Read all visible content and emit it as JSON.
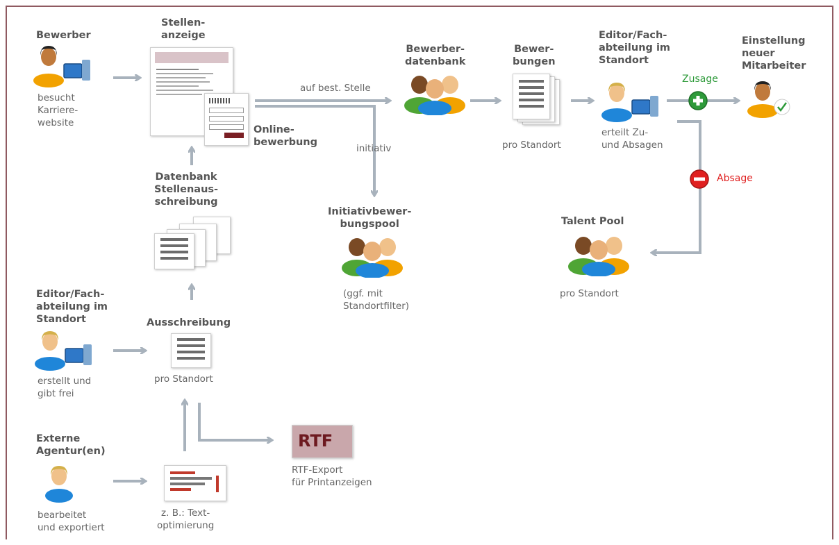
{
  "nodes": {
    "bewerber": {
      "title": "Bewerber",
      "caption": "besucht\nKarriere-\nwebsite"
    },
    "stellenanzeige": {
      "title": "Stellen-\nanzeige"
    },
    "onlinebewerbung": {
      "title": "Online-\nbewerbung"
    },
    "datenbank_stellen": {
      "title": "Datenbank\nStellenaus-\nschreibung"
    },
    "editor_left": {
      "title": "Editor/Fach-\nabteilung im\nStandort",
      "caption": "erstellt und\ngibt frei"
    },
    "ausschreibung": {
      "title": "Ausschreibung",
      "caption": "pro Standort"
    },
    "agentur": {
      "title": "Externe\nAgentur(en)",
      "caption": "bearbeitet\nund exportiert"
    },
    "textopt": {
      "caption": "z. B.: Text-\noptimierung"
    },
    "rtf": {
      "icon_text": "RTF",
      "caption": "RTF-Export\nfür Printanzeigen"
    },
    "bewerberdb": {
      "title": "Bewerber-\ndatenbank"
    },
    "bewerbungen": {
      "title": "Bewer-\nbungen",
      "caption": "pro Standort"
    },
    "editor_right": {
      "title": "Editor/Fach-\nabteilung im\nStandort",
      "caption": "erteilt Zu-\nund Absagen"
    },
    "einstellung": {
      "title": "Einstellung\nneuer\nMitarbeiter"
    },
    "initiativpool": {
      "title": "Initiativbewer-\nbungspool",
      "caption": "(ggf. mit\nStandortfilter)"
    },
    "talentpool": {
      "title": "Talent Pool",
      "caption": "pro Standort"
    }
  },
  "edges": {
    "auf_stelle": "auf best. Stelle",
    "initiativ": "initiativ",
    "zusage": "Zusage",
    "absage": "Absage"
  },
  "colors": {
    "zusage": "#2e9a3a",
    "absage": "#e02020",
    "arrow": "#a8b2bc",
    "frame": "#8f5a61"
  }
}
